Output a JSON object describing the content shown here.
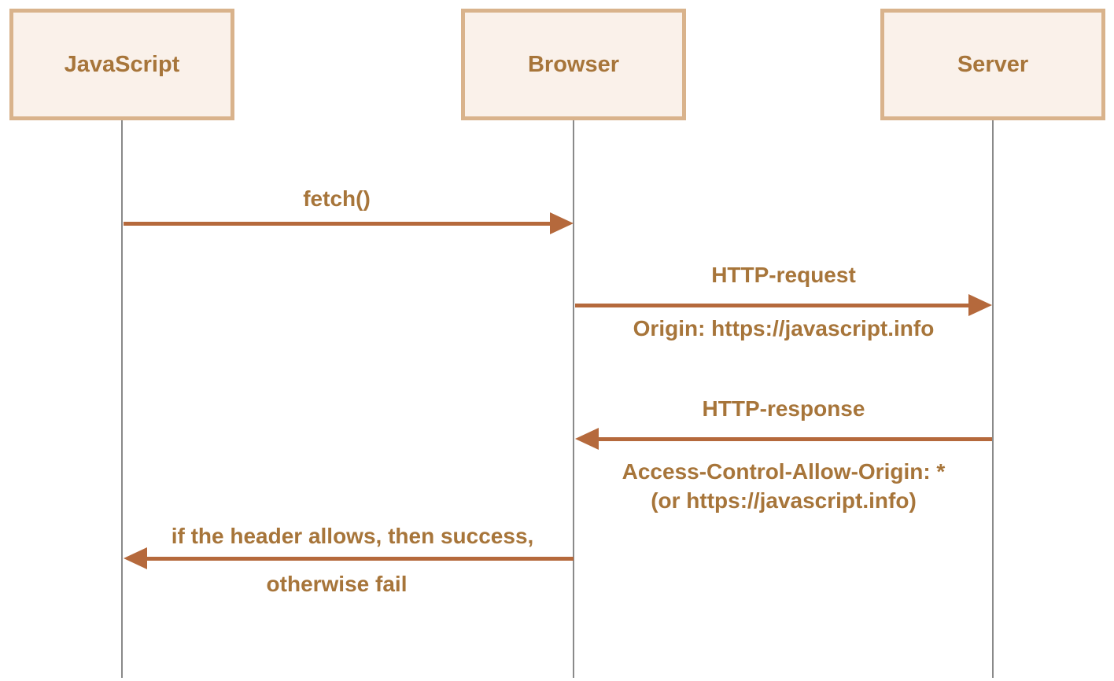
{
  "diagram": {
    "type": "sequence",
    "actors": [
      {
        "label": "JavaScript"
      },
      {
        "label": "Browser"
      },
      {
        "label": "Server"
      }
    ],
    "messages": [
      {
        "from": "JavaScript",
        "to": "Browser",
        "direction": "right",
        "label": "fetch()"
      },
      {
        "from": "Browser",
        "to": "Server",
        "direction": "right",
        "label": "HTTP-request",
        "detail": "Origin: https://javascript.info"
      },
      {
        "from": "Server",
        "to": "Browser",
        "direction": "left",
        "label": "HTTP-response",
        "detail_lines": [
          "Access-Control-Allow-Origin: *",
          "(or https://javascript.info)"
        ]
      },
      {
        "from": "Browser",
        "to": "JavaScript",
        "direction": "left",
        "label": "if the header allows, then success,",
        "detail": "otherwise fail"
      }
    ],
    "colors": {
      "box_fill": "#FAF1EA",
      "box_border": "#D9B38C",
      "label_text": "#A7753A",
      "arrow": "#B5693C",
      "lifeline": "#8A8A8A",
      "background": "#FFFFFF"
    }
  }
}
